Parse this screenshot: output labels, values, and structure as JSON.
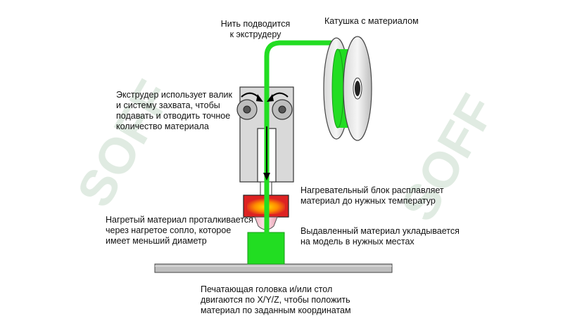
{
  "labels": {
    "filament_feed": "Нить подводится\nк экструдеру",
    "spool": "Катушка с материалом",
    "extruder": "Экструдер использует валик\nи систему захвата, чтобы\nподавать и отводить точное\nколичество материала",
    "heater": "Нагревательный блок расплавляет\nматериал до нужных температур",
    "nozzle": "Нагретый материал проталкивается\nчерез нагретое сопло, которое\nимеет меньший диаметр",
    "deposit": "Выдавленный материал укладывается\nна модель в нужных местах",
    "motion": "Печатающая головка и/или стол\nдвигаются по X/Y/Z, чтобы положить\nматериал по заданным координатам"
  },
  "watermark": {
    "text": "SOFF",
    "color": "#c8dccb"
  },
  "colors": {
    "filament": "#22dd22",
    "frame": "#d9d9d9",
    "roller": "#bdbdbd",
    "heater_outer": "#dd2222",
    "heater_inner": "#ffcc00",
    "bed": "#bfbfbf"
  }
}
